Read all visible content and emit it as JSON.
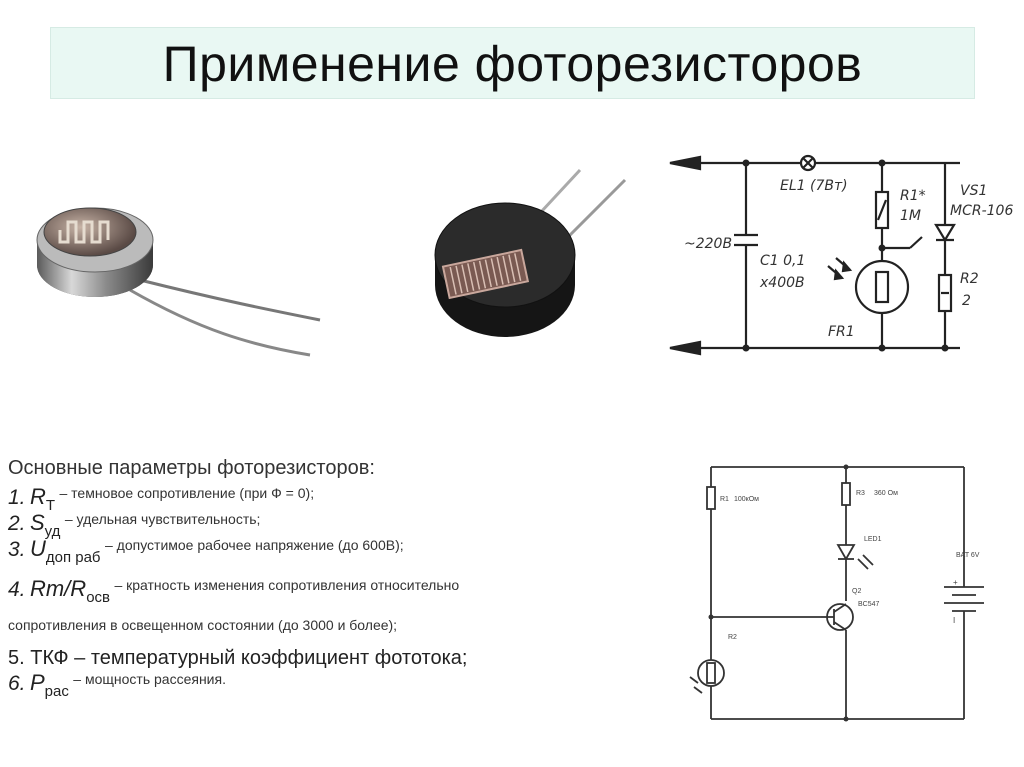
{
  "title": "Применение фоторезисторов",
  "parameters": {
    "heading": "Основные параметры фоторезисторов:",
    "items": [
      {
        "num": "1.",
        "sym": "R",
        "sub": "T",
        "desc": "– темновое сопротивление (при Ф = 0);"
      },
      {
        "num": "2.",
        "sym": "S",
        "sub": "уд",
        "desc": "– удельная чувствительность;"
      },
      {
        "num": "3.",
        "sym": "U",
        "sub": "доп раб",
        "desc": "– допустимое рабочее напряжение (до 600В);"
      },
      {
        "num": "4.",
        "sym": "Rт/R",
        "sub": "осв",
        "desc": "– кратность изменения сопротивления относительно"
      },
      {
        "num": "6.",
        "sym": "P",
        "sub": "рас",
        "desc": "– мощность рассеяния."
      }
    ],
    "item4_cont": "сопротивления в  освещенном  состоянии (до 3000 и более);",
    "item5": "5.   ТКФ – температурный коэффициент фототока;"
  },
  "circuit1": {
    "ac": "~220В",
    "el1": "EL1 (7Вт)",
    "r1": "R1*",
    "r1v": "1М",
    "vs1": "VS1",
    "vs1t": "MCR-106",
    "c1": "C1 0,1",
    "c1v": "x400В",
    "r2": "R2",
    "r2v": "2",
    "fr1": "FR1"
  },
  "circuit2": {
    "r1": "R1",
    "r1v": "100кОм",
    "r3": "R3",
    "r3v": "360 Ом",
    "led1": "LED1",
    "q2": "Q2",
    "bc547": "BC547",
    "bat": "BAT 6V",
    "r2": "R2",
    "plus": "+",
    "minus": "I"
  }
}
